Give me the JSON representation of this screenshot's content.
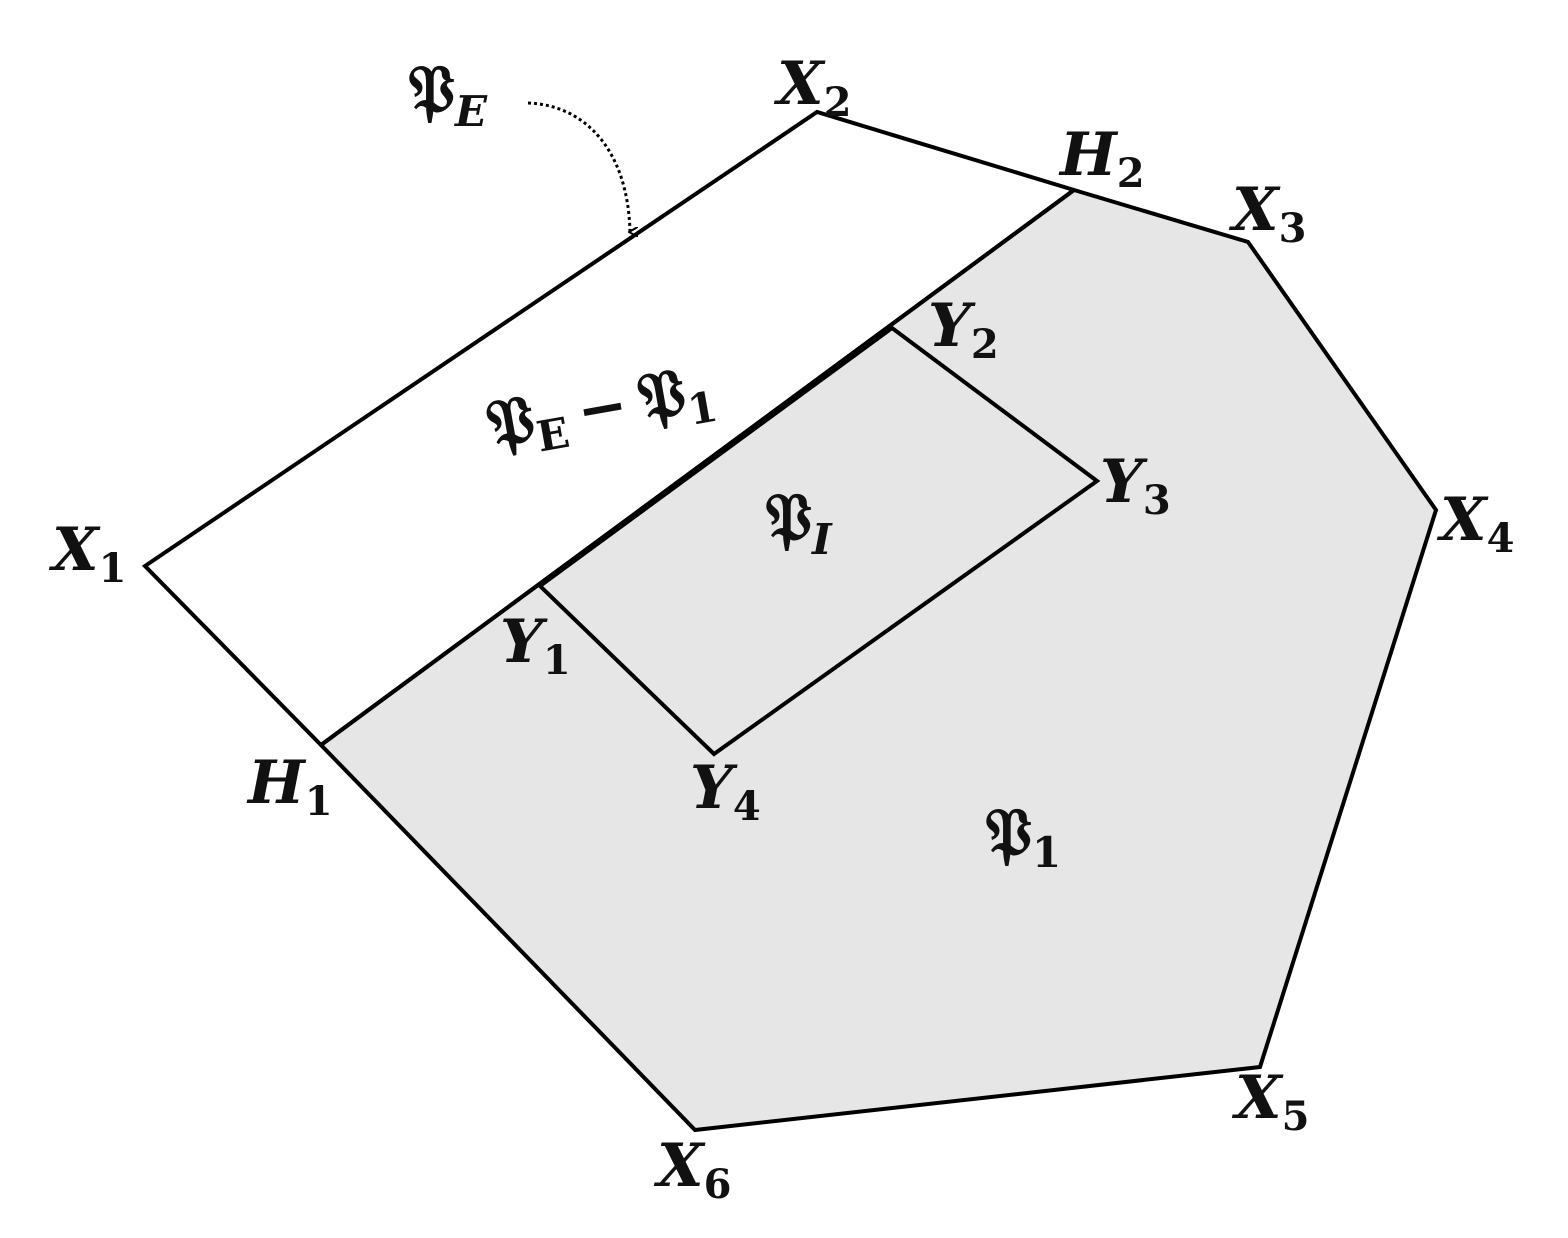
{
  "diagram": {
    "vertices": [
      {
        "base": "X",
        "sub": "1"
      },
      {
        "base": "X",
        "sub": "2"
      },
      {
        "base": "X",
        "sub": "3"
      },
      {
        "base": "X",
        "sub": "4"
      },
      {
        "base": "X",
        "sub": "5"
      },
      {
        "base": "X",
        "sub": "6"
      },
      {
        "base": "H",
        "sub": "1"
      },
      {
        "base": "H",
        "sub": "2"
      },
      {
        "base": "Y",
        "sub": "1"
      },
      {
        "base": "Y",
        "sub": "2"
      },
      {
        "base": "Y",
        "sub": "3"
      },
      {
        "base": "Y",
        "sub": "4"
      }
    ],
    "regions": {
      "outer_label": {
        "base": "𝔓",
        "sub": "E"
      },
      "difference_label": {
        "left": "𝔓",
        "left_sub": "E",
        "op": "−",
        "right": "𝔓",
        "right_sub": "1"
      },
      "inner_label": {
        "base": "𝔓",
        "sub": "I"
      },
      "shaded_label": {
        "base": "𝔓",
        "sub": "1"
      }
    },
    "colors": {
      "shaded_fill": "#e6e6e6",
      "stroke": "#000000",
      "background": "#ffffff"
    }
  }
}
